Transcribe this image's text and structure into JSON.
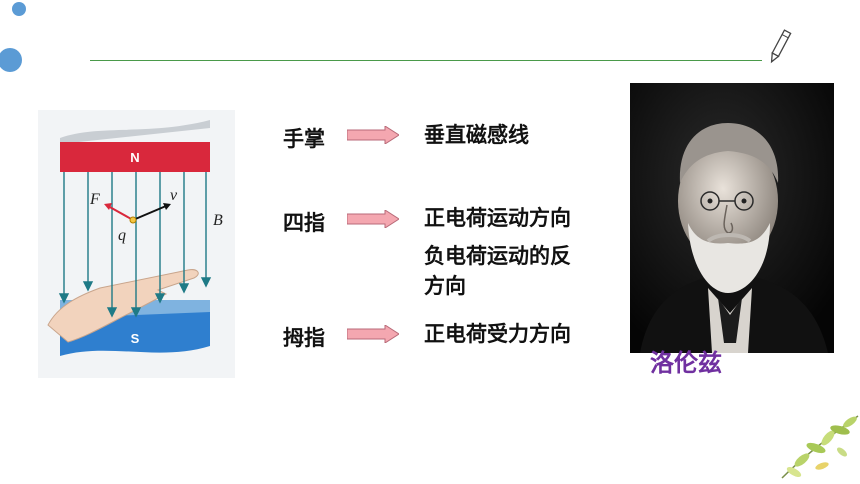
{
  "rows": [
    {
      "label": "手掌",
      "lines": [
        "垂直磁感线"
      ]
    },
    {
      "label": "四指",
      "lines": [
        "正电荷运动方向",
        "负电荷运动的反",
        "方向"
      ]
    },
    {
      "label": "拇指",
      "lines": [
        "正电荷受力方向"
      ]
    }
  ],
  "figure": {
    "north": "N",
    "south": "S",
    "force": "F",
    "velocity": "v",
    "charge": "q",
    "field": "B"
  },
  "portrait": {
    "caption": "洛伦兹"
  },
  "colors": {
    "accent_dot": "#5b9bd5",
    "rule": "#4a9a4a",
    "arrow": "#f4a7b0",
    "caption": "#7030a0",
    "north_pole": "#d9283c",
    "south_pole": "#2f7fcf"
  },
  "icons": [
    "pencil-icon",
    "arrow-right-icon",
    "leaves-decoration"
  ]
}
